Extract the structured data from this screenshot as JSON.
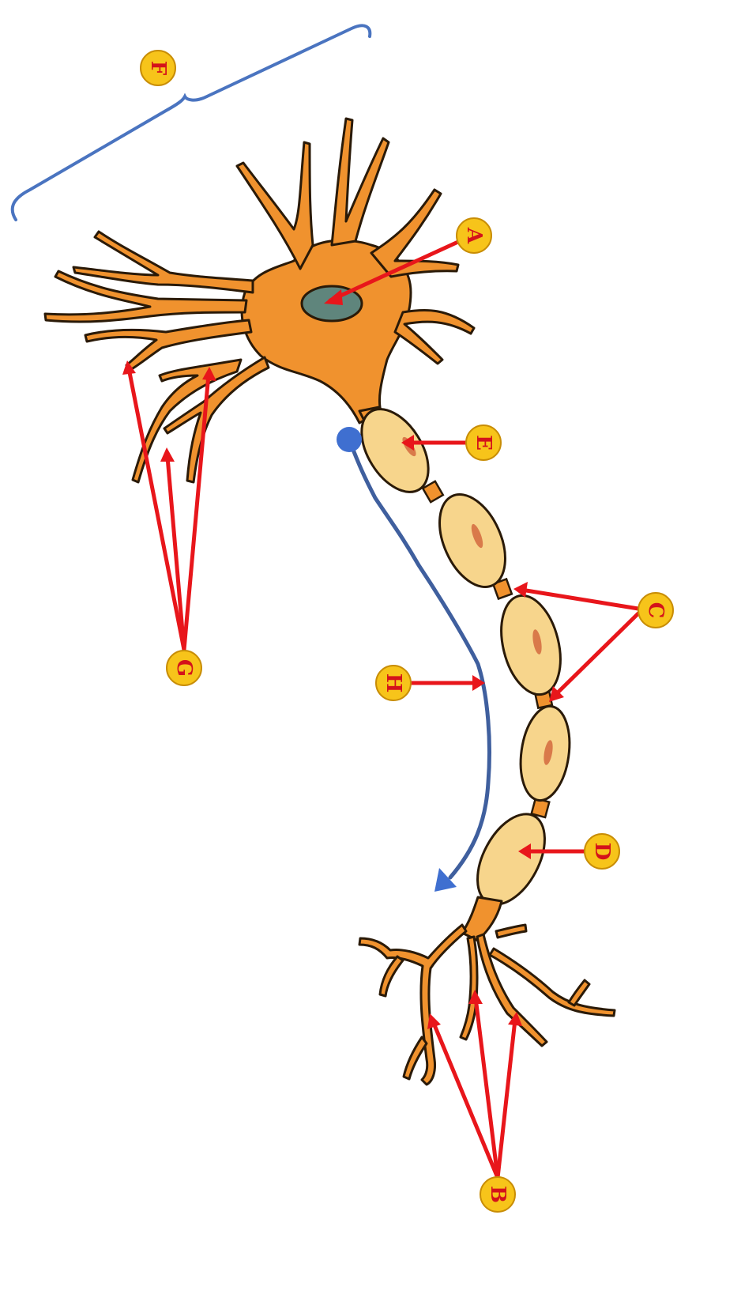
{
  "colors": {
    "background": "#ffffff",
    "neuron_fill": "#f0922e",
    "neuron_outline": "#2a1a08",
    "nucleus": "#5f857c",
    "myelin": "#f7d58c",
    "myelin_nucleus": "#d97a4a",
    "pointer_arrow": "#e8161b",
    "label_badge": "#f7c41a",
    "label_badge_edge": "#c88d06",
    "label_text": "#d4121a",
    "signal_path": "#3f5f9e",
    "signal_start": "#3f6fd0",
    "bracket": "#4a74c0"
  },
  "labels": {
    "A": "A",
    "B": "B",
    "C": "C",
    "D": "D",
    "E": "E",
    "F": "F",
    "G": "G",
    "H": "H"
  }
}
